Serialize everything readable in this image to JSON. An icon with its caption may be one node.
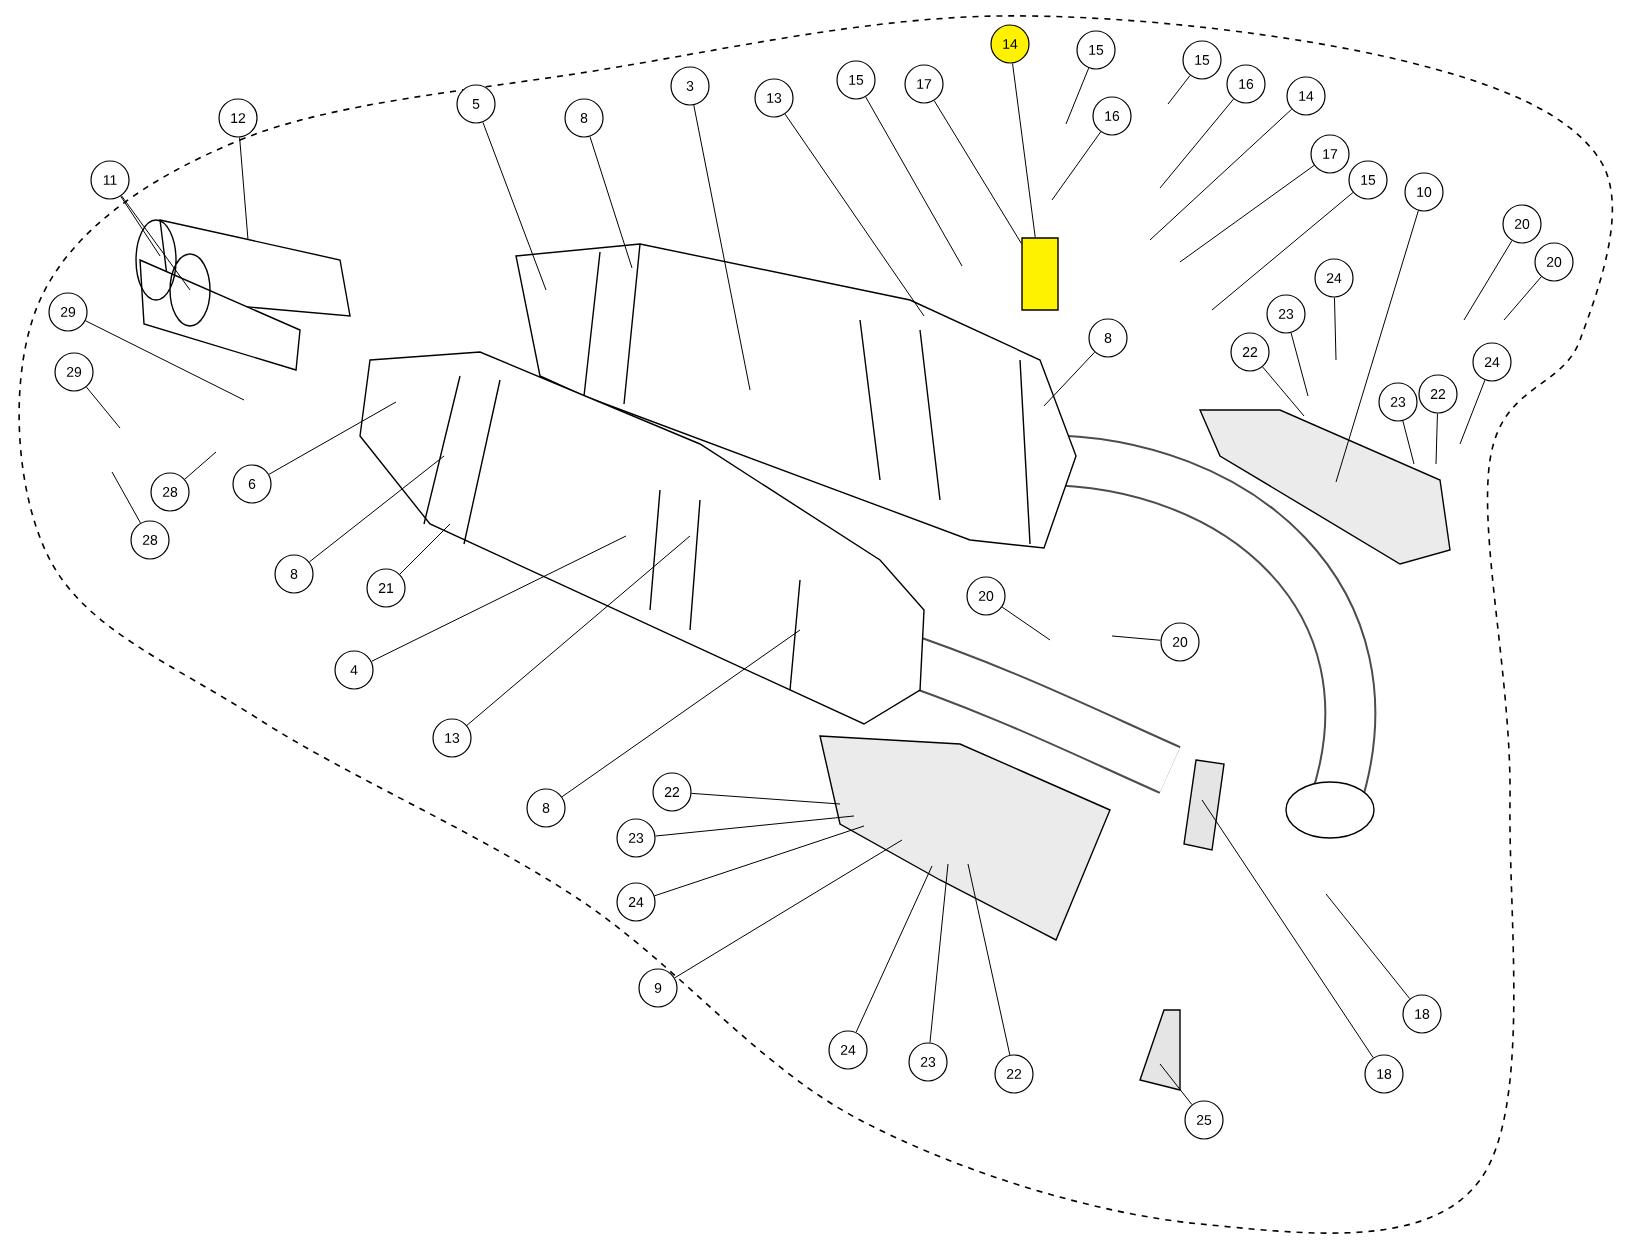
{
  "diagram": {
    "nodes": [
      {
        "text": [
          "14"
        ]
      },
      {
        "text": [
          "15"
        ]
      },
      {
        "text": [
          "15"
        ]
      },
      {
        "text": [
          "16"
        ]
      },
      {
        "text": [
          "14"
        ]
      },
      {
        "text": [
          "16"
        ]
      },
      {
        "text": [
          "17"
        ]
      },
      {
        "text": [
          "15"
        ]
      },
      {
        "text": [
          "13"
        ]
      },
      {
        "text": [
          "3"
        ]
      },
      {
        "text": [
          "8"
        ]
      },
      {
        "text": [
          "5"
        ]
      },
      {
        "text": [
          "12"
        ]
      },
      {
        "text": [
          "11"
        ]
      },
      {
        "text": [
          "17"
        ]
      },
      {
        "text": [
          "15"
        ]
      },
      {
        "text": [
          "10"
        ]
      },
      {
        "text": [
          "20"
        ]
      },
      {
        "text": [
          "20"
        ]
      },
      {
        "text": [
          "24"
        ]
      },
      {
        "text": [
          "29"
        ]
      },
      {
        "text": [
          "23"
        ]
      },
      {
        "text": [
          "8"
        ]
      },
      {
        "text": [
          "22"
        ]
      },
      {
        "text": [
          "24"
        ]
      },
      {
        "text": [
          "29"
        ]
      },
      {
        "text": [
          "22"
        ]
      },
      {
        "text": [
          "23"
        ]
      },
      {
        "text": [
          "6"
        ]
      },
      {
        "text": [
          "28"
        ]
      },
      {
        "text": [
          "28"
        ]
      },
      {
        "text": [
          "8"
        ]
      },
      {
        "text": [
          "21"
        ]
      },
      {
        "text": [
          "20"
        ]
      },
      {
        "text": [
          "20"
        ]
      },
      {
        "text": [
          "4"
        ]
      },
      {
        "text": [
          "13"
        ]
      },
      {
        "text": [
          "22"
        ]
      },
      {
        "text": [
          "8"
        ]
      },
      {
        "text": [
          "23"
        ]
      },
      {
        "text": [
          "24"
        ]
      },
      {
        "text": [
          "9"
        ]
      },
      {
        "text": [
          "18"
        ]
      },
      {
        "text": [
          "24"
        ]
      },
      {
        "text": [
          "23"
        ]
      },
      {
        "text": [
          "18"
        ]
      },
      {
        "text": [
          "22"
        ]
      },
      {
        "text": [
          "25"
        ]
      },
      {
        "text": [],
        "shape": "box"
      }
    ],
    "edges": [
      {
        "from": 0,
        "to": 48,
        "arrow": "none"
      },
      {
        "from": 1,
        "to": null,
        "arrow": "none"
      },
      {
        "from": 2,
        "to": null,
        "arrow": "none"
      },
      {
        "from": 3,
        "to": null,
        "arrow": "none"
      },
      {
        "from": 4,
        "to": null,
        "arrow": "none"
      },
      {
        "from": 5,
        "to": null,
        "arrow": "none"
      },
      {
        "from": 6,
        "to": 48,
        "arrow": "none"
      },
      {
        "from": 7,
        "to": null,
        "arrow": "none"
      },
      {
        "from": 8,
        "to": null,
        "arrow": "none"
      },
      {
        "from": 9,
        "to": null,
        "arrow": "none"
      },
      {
        "from": 10,
        "to": null,
        "arrow": "none"
      },
      {
        "from": 11,
        "to": null,
        "arrow": "none"
      },
      {
        "from": 12,
        "to": null,
        "arrow": "none"
      },
      {
        "from": 13,
        "to": null,
        "arrow": "none"
      },
      {
        "from": 13,
        "to": null,
        "arrow": "none"
      },
      {
        "from": 14,
        "to": null,
        "arrow": "none"
      },
      {
        "from": 15,
        "to": null,
        "arrow": "none"
      },
      {
        "from": 16,
        "to": null,
        "arrow": "none"
      },
      {
        "from": 17,
        "to": null,
        "arrow": "none"
      },
      {
        "from": 18,
        "to": null,
        "arrow": "none"
      },
      {
        "from": 19,
        "to": null,
        "arrow": "none"
      },
      {
        "from": 20,
        "to": null,
        "arrow": "none"
      },
      {
        "from": 21,
        "to": null,
        "arrow": "none"
      },
      {
        "from": 22,
        "to": null,
        "arrow": "none"
      },
      {
        "from": 23,
        "to": null,
        "arrow": "none"
      },
      {
        "from": 24,
        "to": null,
        "arrow": "none"
      },
      {
        "from": 25,
        "to": null,
        "arrow": "none"
      },
      {
        "from": 26,
        "to": null,
        "arrow": "none"
      },
      {
        "from": 27,
        "to": null,
        "arrow": "none"
      },
      {
        "from": 28,
        "to": null,
        "arrow": "none"
      },
      {
        "from": 29,
        "to": null,
        "arrow": "none"
      },
      {
        "from": 30,
        "to": null,
        "arrow": "none"
      },
      {
        "from": 31,
        "to": null,
        "arrow": "none"
      },
      {
        "from": 32,
        "to": null,
        "arrow": "none"
      },
      {
        "from": 33,
        "to": null,
        "arrow": "none"
      },
      {
        "from": 34,
        "to": null,
        "arrow": "none"
      },
      {
        "from": 35,
        "to": null,
        "arrow": "none"
      },
      {
        "from": 36,
        "to": null,
        "arrow": "none"
      },
      {
        "from": 37,
        "to": null,
        "arrow": "none"
      },
      {
        "from": 38,
        "to": null,
        "arrow": "none"
      },
      {
        "from": 39,
        "to": null,
        "arrow": "none"
      },
      {
        "from": 40,
        "to": null,
        "arrow": "none"
      },
      {
        "from": 41,
        "to": null,
        "arrow": "none"
      },
      {
        "from": 42,
        "to": null,
        "arrow": "none"
      },
      {
        "from": 43,
        "to": null,
        "arrow": "none"
      },
      {
        "from": 44,
        "to": null,
        "arrow": "none"
      },
      {
        "from": 45,
        "to": null,
        "arrow": "none"
      },
      {
        "from": 46,
        "to": null,
        "arrow": "none"
      },
      {
        "from": 47,
        "to": null,
        "arrow": "none"
      }
    ]
  }
}
